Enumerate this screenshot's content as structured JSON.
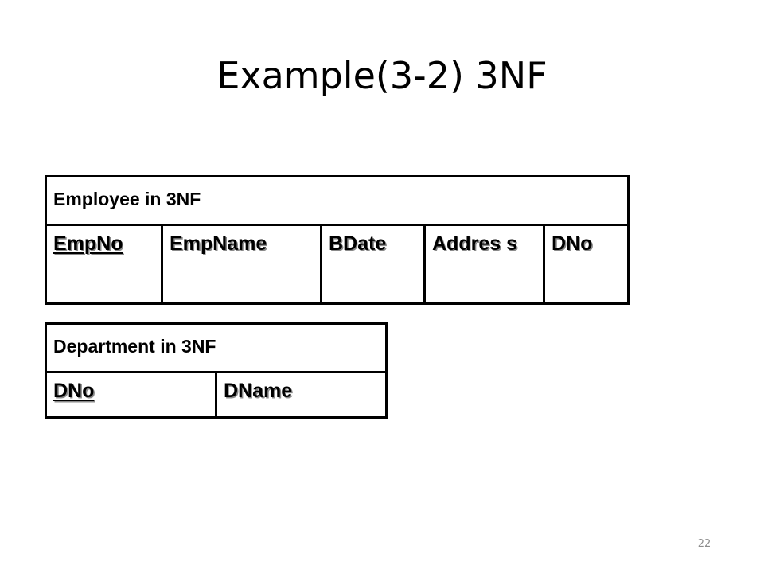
{
  "slide": {
    "title": "Example(3-2) 3NF",
    "page_number": "22"
  },
  "employee_table": {
    "caption": "Employee in 3NF",
    "attributes": [
      {
        "label": "EmpNo",
        "primary_key": true
      },
      {
        "label": "EmpName",
        "primary_key": false
      },
      {
        "label": "BDate",
        "primary_key": false
      },
      {
        "label": "Addres s",
        "primary_key": false
      },
      {
        "label": "DNo",
        "primary_key": false
      }
    ]
  },
  "department_table": {
    "caption": "Department in 3NF",
    "attributes": [
      {
        "label": "DNo",
        "primary_key": true
      },
      {
        "label": "DName",
        "primary_key": false
      }
    ]
  }
}
